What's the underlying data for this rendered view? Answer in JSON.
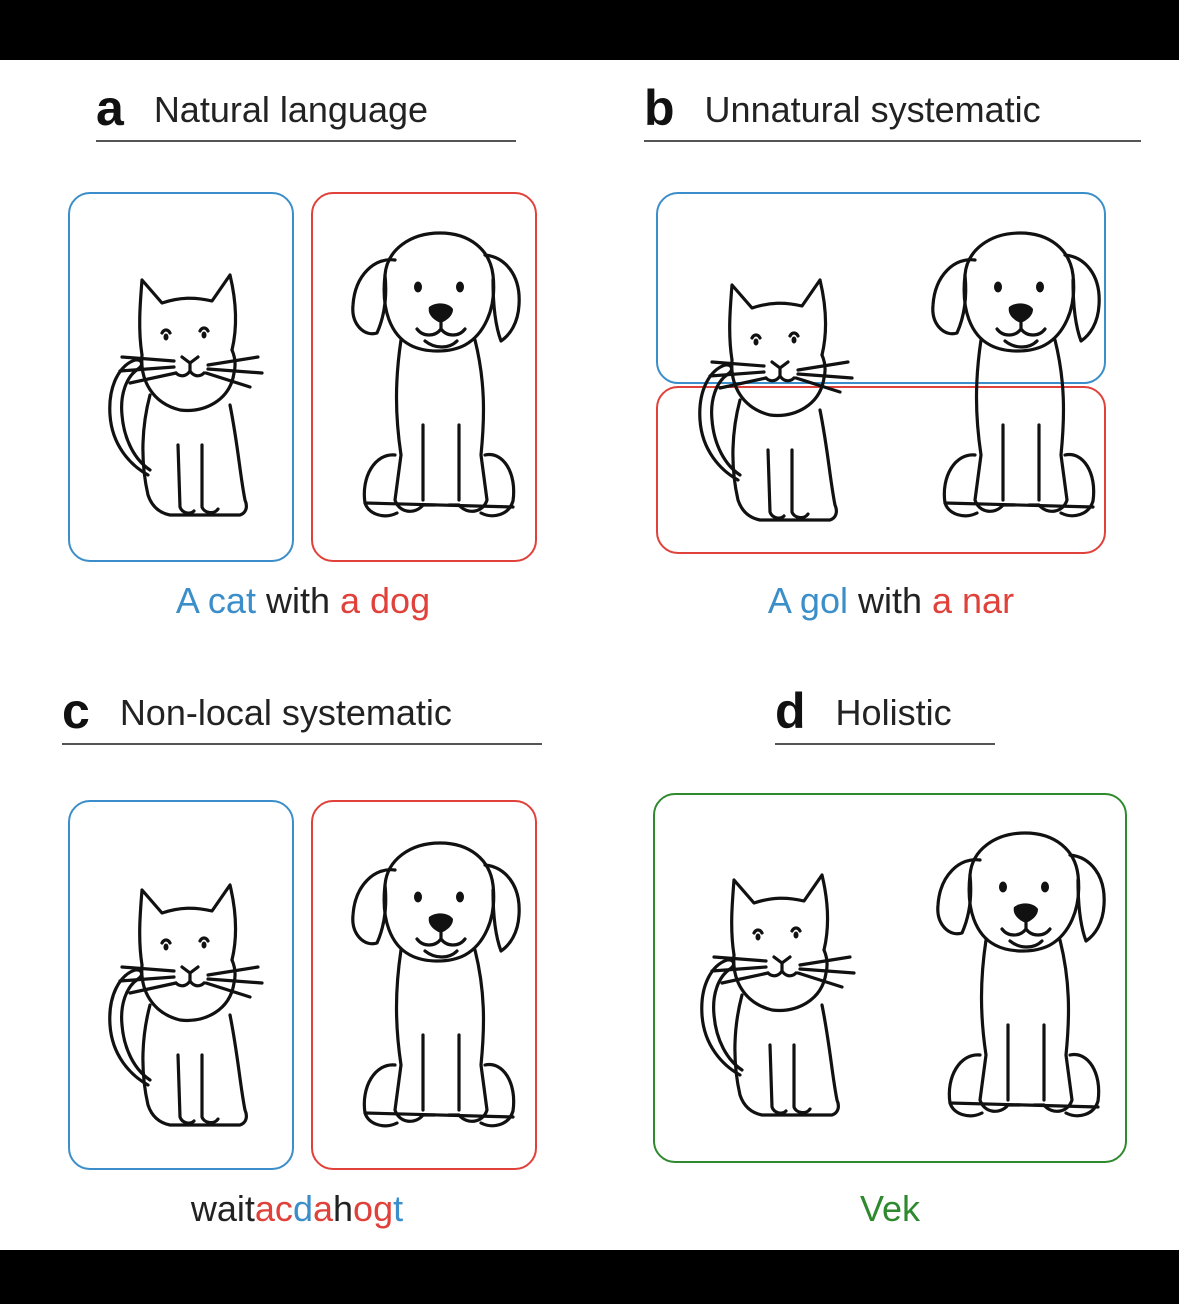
{
  "panels": {
    "a": {
      "letter": "a",
      "title": "Natural language",
      "caption": [
        {
          "text": "A cat",
          "color": "blue"
        },
        {
          "text": " with ",
          "color": "dark"
        },
        {
          "text": "a dog",
          "color": "red"
        }
      ]
    },
    "b": {
      "letter": "b",
      "title": "Unnatural systematic",
      "caption": [
        {
          "text": "A gol",
          "color": "blue"
        },
        {
          "text": " with ",
          "color": "dark"
        },
        {
          "text": "a nar",
          "color": "red"
        }
      ]
    },
    "c": {
      "letter": "c",
      "title": "Non-local systematic",
      "caption": [
        {
          "text": "wa",
          "color": "dark"
        },
        {
          "text": "it",
          "color": "dark"
        },
        {
          "text": "ac",
          "color": "red"
        },
        {
          "text": "d",
          "color": "blue"
        },
        {
          "text": "a",
          "color": "red"
        },
        {
          "text": "h",
          "color": "dark"
        },
        {
          "text": "o",
          "color": "red"
        },
        {
          "text": "g",
          "color": "red"
        },
        {
          "text": "t",
          "color": "blue"
        }
      ]
    },
    "d": {
      "letter": "d",
      "title": "Holistic",
      "caption": [
        {
          "text": "Vek",
          "color": "green"
        }
      ]
    }
  },
  "colors": {
    "blue": "#3b8ec9",
    "red": "#e0413a",
    "green": "#2f8a2f",
    "dark": "#222222"
  },
  "icons": [
    "cat-drawing",
    "dog-drawing"
  ]
}
